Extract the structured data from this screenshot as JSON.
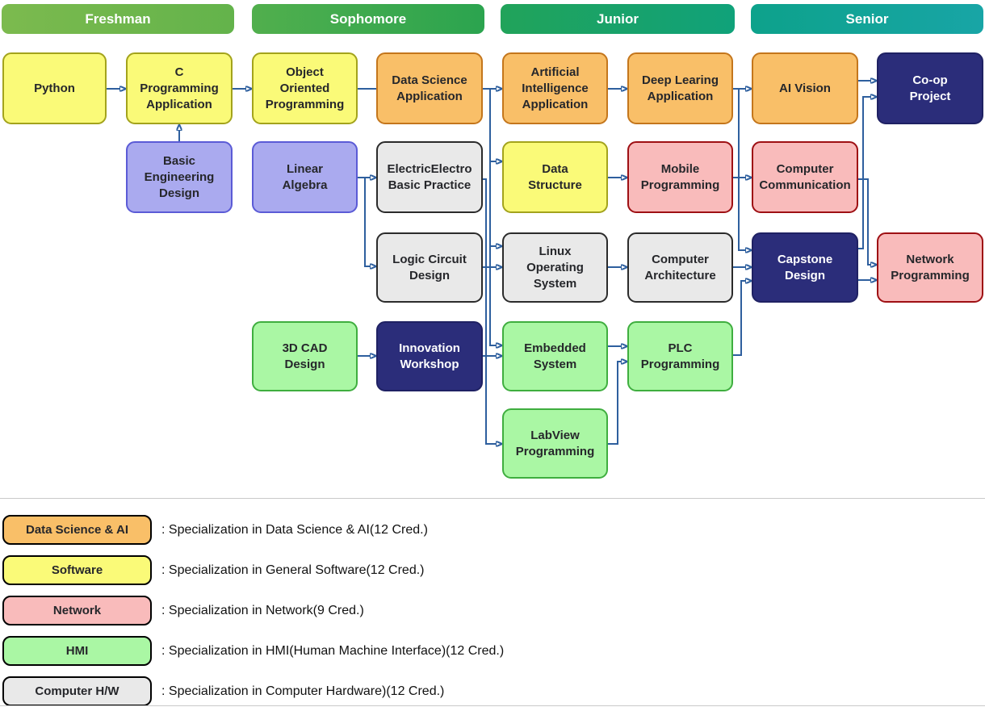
{
  "headers": [
    {
      "label": "Freshman"
    },
    {
      "label": "Sophomore"
    },
    {
      "label": "Junior"
    },
    {
      "label": "Senior"
    }
  ],
  "courses": {
    "python": {
      "label": "Python"
    },
    "c_programming": {
      "label": "C\nProgramming\nApplication"
    },
    "oop": {
      "label": "Object\nOriented\nProgramming"
    },
    "data_science_app": {
      "label": "Data Science\nApplication"
    },
    "ai_app": {
      "label": "Artificial\nIntelligence\nApplication"
    },
    "deep_learning_app": {
      "label": "Deep Learing\nApplication"
    },
    "ai_vision": {
      "label": "AI Vision"
    },
    "coop": {
      "label": "Co-op\nProject"
    },
    "basic_engineering": {
      "label": "Basic\nEngineering\nDesign"
    },
    "linear_algebra": {
      "label": "Linear\nAlgebra"
    },
    "electric_electro": {
      "label": "ElectricElectro\nBasic Practice"
    },
    "data_structure": {
      "label": "Data\nStructure"
    },
    "mobile_programming": {
      "label": "Mobile\nProgramming"
    },
    "computer_communication": {
      "label": "Computer\nCommunication"
    },
    "logic_circuit": {
      "label": "Logic Circuit\nDesign"
    },
    "linux_os": {
      "label": "Linux\nOperating\nSystem"
    },
    "computer_architecture": {
      "label": "Computer\nArchitecture"
    },
    "capstone": {
      "label": "Capstone\nDesign"
    },
    "network_programming": {
      "label": "Network\nProgramming"
    },
    "cad_3d": {
      "label": "3D CAD\nDesign"
    },
    "innovation_workshop": {
      "label": "Innovation\nWorkshop"
    },
    "embedded_system": {
      "label": "Embedded\nSystem"
    },
    "plc_programming": {
      "label": "PLC\nProgramming"
    },
    "labview": {
      "label": "LabView\nProgramming"
    }
  },
  "edges": [
    [
      "python",
      "c_programming"
    ],
    [
      "basic_engineering",
      "c_programming"
    ],
    [
      "c_programming",
      "oop"
    ],
    [
      "oop",
      "data_science_app"
    ],
    [
      "data_science_app",
      "ai_app"
    ],
    [
      "data_science_app",
      "data_structure"
    ],
    [
      "data_science_app",
      "linux_os"
    ],
    [
      "data_science_app",
      "embedded_system"
    ],
    [
      "linear_algebra",
      "electric_electro"
    ],
    [
      "linear_algebra",
      "logic_circuit"
    ],
    [
      "electric_electro",
      "labview"
    ],
    [
      "logic_circuit",
      "linux_os"
    ],
    [
      "ai_app",
      "deep_learning_app"
    ],
    [
      "deep_learning_app",
      "ai_vision"
    ],
    [
      "deep_learning_app",
      "capstone"
    ],
    [
      "data_structure",
      "mobile_programming"
    ],
    [
      "mobile_programming",
      "computer_communication"
    ],
    [
      "linux_os",
      "computer_architecture"
    ],
    [
      "computer_architecture",
      "capstone"
    ],
    [
      "cad_3d",
      "innovation_workshop"
    ],
    [
      "innovation_workshop",
      "embedded_system"
    ],
    [
      "embedded_system",
      "plc_programming"
    ],
    [
      "labview",
      "plc_programming"
    ],
    [
      "plc_programming",
      "capstone"
    ],
    [
      "ai_vision",
      "coop"
    ],
    [
      "capstone",
      "coop"
    ],
    [
      "computer_communication",
      "network_programming"
    ],
    [
      "capstone",
      "network_programming"
    ]
  ],
  "legend": {
    "items": [
      {
        "badge": "Data Science & AI",
        "description": ": Specialization in Data Science & AI(12 Cred.)"
      },
      {
        "badge": "Software",
        "description": ": Specialization in General Software(12 Cred.)"
      },
      {
        "badge": "Network",
        "description": ": Specialization in Network(9 Cred.)"
      },
      {
        "badge": "HMI",
        "description": ": Specialization in HMI(Human Machine Interface)(12 Cred.)"
      },
      {
        "badge": "Computer H/W",
        "description": ": Specialization in Computer Hardware)(12 Cred.)"
      }
    ]
  },
  "colors": {
    "arrow": "#2E5F9E",
    "data_science_ai": {
      "fill": "#F9BF68",
      "border": "#C4761C"
    },
    "software": {
      "fill": "#FAFA78",
      "border": "#A3A31C"
    },
    "network": {
      "fill": "#F9BBBB",
      "border": "#9E1014"
    },
    "hmi": {
      "fill": "#AAF7A4",
      "border": "#3FAE3F"
    },
    "computer_hw": {
      "fill": "#E9E9E9",
      "border": "#2B2B2B"
    },
    "core_navy": {
      "fill": "#2B2D7A"
    },
    "foundation_purple": {
      "fill": "#AAAAEF",
      "border": "#5B5BD6"
    },
    "header_gradient": [
      "#7CBA4E",
      "#3BA84E",
      "#17A268",
      "#12A29B"
    ]
  }
}
